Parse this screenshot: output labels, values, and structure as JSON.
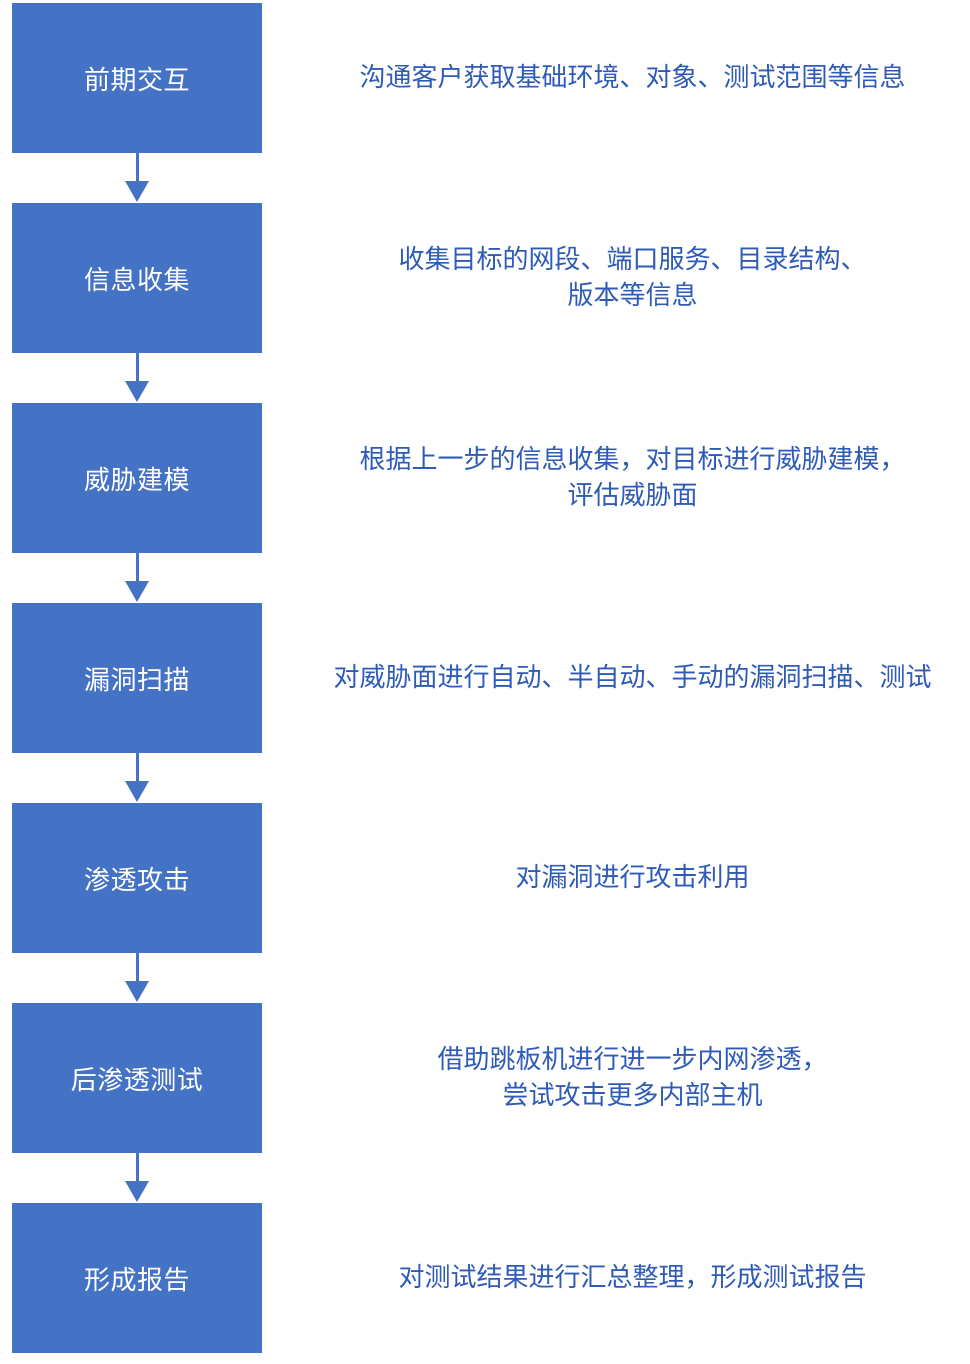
{
  "colors": {
    "box_fill": "#4472c4",
    "box_text": "#ffffff",
    "description_text": "#2f5bb8",
    "arrow": "#4472c4"
  },
  "steps": [
    {
      "label": "前期交互",
      "description": "沟通客户获取基础环境、对象、测试范围等信息"
    },
    {
      "label": "信息收集",
      "description": "收集目标的网段、端口服务、目录结构、\n版本等信息"
    },
    {
      "label": "威胁建模",
      "description": "根据上一步的信息收集，对目标进行威胁建模，\n评估威胁面"
    },
    {
      "label": "漏洞扫描",
      "description": "对威胁面进行自动、半自动、手动的漏洞扫描、测试"
    },
    {
      "label": "渗透攻击",
      "description": "对漏洞进行攻击利用"
    },
    {
      "label": "后渗透测试",
      "description": "借助跳板机进行进一步内网渗透，\n尝试攻击更多内部主机"
    },
    {
      "label": "形成报告",
      "description": "对测试结果进行汇总整理，形成测试报告"
    }
  ]
}
